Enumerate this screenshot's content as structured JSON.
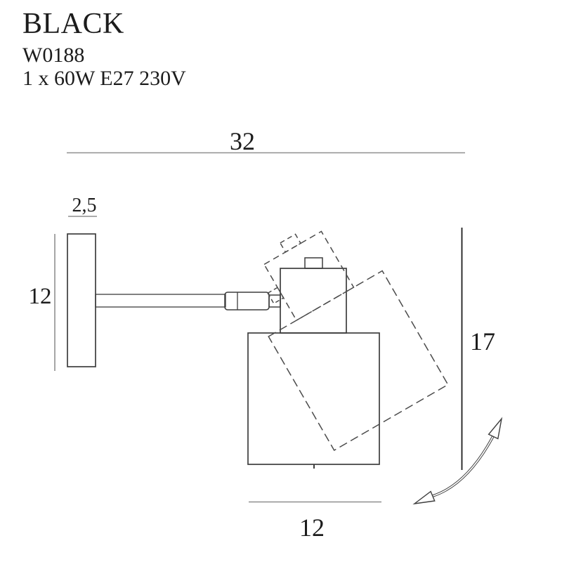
{
  "product": {
    "name": "BLACK",
    "code": "W0188",
    "spec": "1 x 60W E27 230V"
  },
  "dimensions": {
    "total_width": "32",
    "plate_depth": "2,5",
    "plate_height": "12",
    "total_height": "17",
    "shade_width": "12"
  },
  "icons": {
    "rotation_arrow": "curved-double-headed-arrow"
  },
  "colors": {
    "background": "#ffffff",
    "drawing_line": "#3d3d3d",
    "dashed_line": "#4a4a4a",
    "dimension_line": "#8f8f8f",
    "height_line": "#1e1e1e",
    "text": "#1c1c1c"
  }
}
